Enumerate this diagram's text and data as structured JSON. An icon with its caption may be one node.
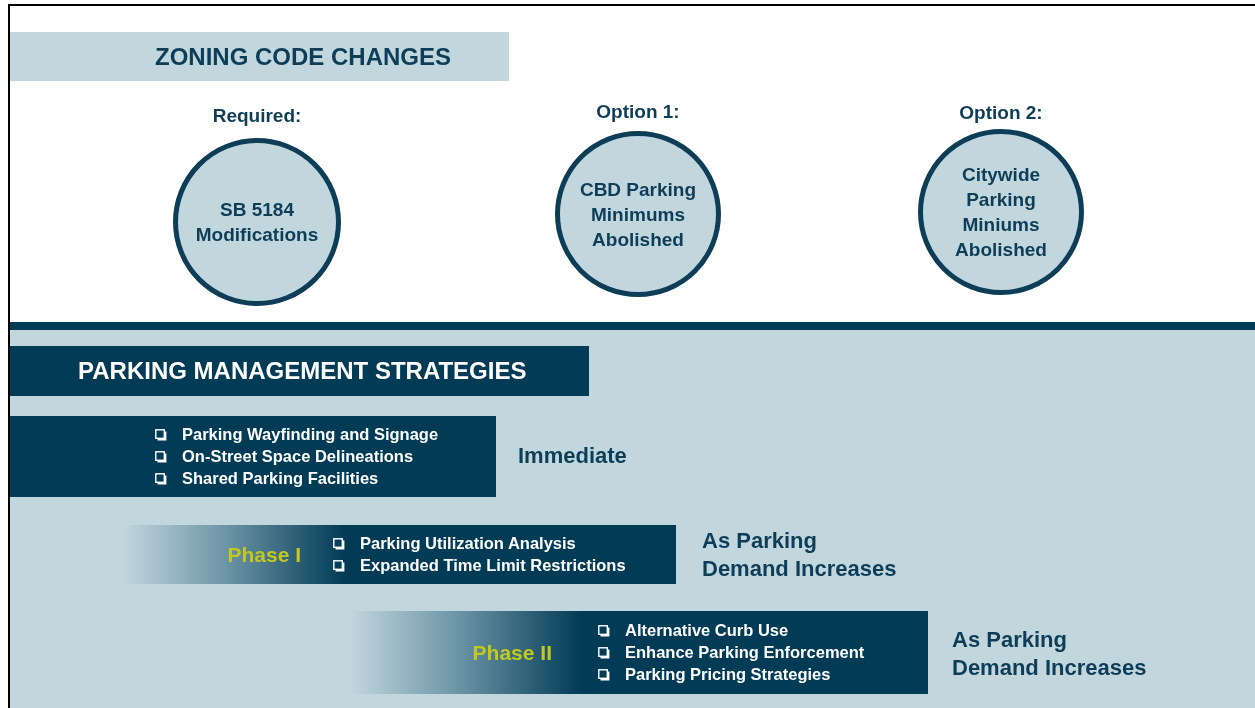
{
  "diagram": {
    "nodes": [
      {
        "text": [
          "ZONING CODE CHANGES"
        ]
      },
      {
        "text": [
          "Required:",
          "SB 5184 Modifications"
        ]
      },
      {
        "text": [
          "Option 1:",
          "CBD Parking Minimums Abolished"
        ]
      },
      {
        "text": [
          "Option 2:",
          "Citywide Parking Miniums Abolished"
        ]
      },
      {
        "text": [
          "PARKING MANAGEMENT STRATEGIES"
        ]
      },
      {
        "text": [
          "Parking Wayfinding and Signage",
          "On-Street Space Delineations",
          "Shared Parking Facilities"
        ],
        "beside": [
          "Immediate"
        ]
      },
      {
        "text": [
          "Phase I",
          "Parking Utilization Analysis",
          "Expanded Time Limit Restrictions"
        ],
        "beside": [
          "As Parking Demand Increases"
        ]
      },
      {
        "text": [
          "Phase II",
          "Alternative Curb Use",
          "Enhance Parking Enforcement",
          "Parking Pricing Strategies"
        ],
        "beside": [
          "As Parking Demand Increases"
        ]
      }
    ]
  }
}
